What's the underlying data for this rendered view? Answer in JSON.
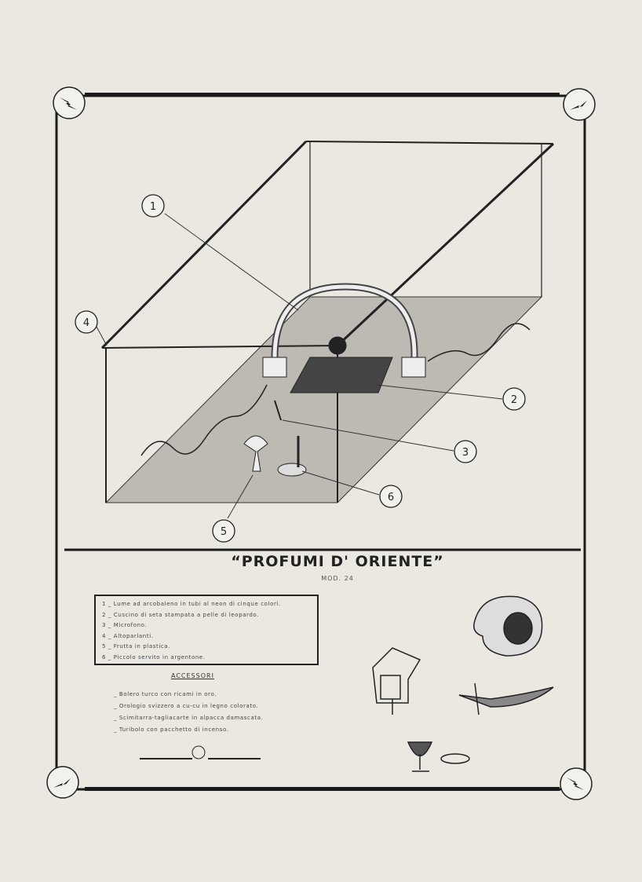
{
  "document": {
    "title": "“PROFUMI D' ORIENTE”",
    "model": "MOD. 24",
    "callouts": [
      "1",
      "2",
      "3",
      "4",
      "5",
      "6"
    ],
    "legend": [
      "1 _ Lume ad arcobaleno in tubi al neon di cinque colori.",
      "2 _ Cuscino di seta stampata a pelle di leopardo.",
      "3 _ Microfono.",
      "4 _ Altoparlanti.",
      "5 _ Frutta in plastica.",
      "6 _ Piccolo servito in argentone."
    ],
    "accessories_heading": "ACCESSORI",
    "accessories": [
      "_ Bolero turco con ricami in oro.",
      "_ Orologio svizzero a cu-cu in legno colorato.",
      "_ Scimitarra-tagliacarte in alpacca damascata.",
      "_ Turibolo con pacchetto di incenso."
    ]
  }
}
